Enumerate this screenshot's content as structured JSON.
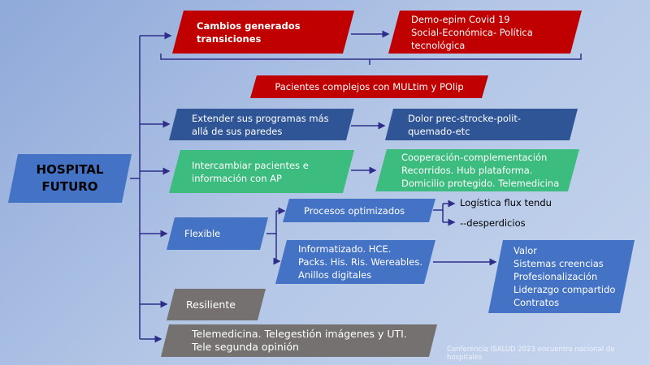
{
  "root": "HOSPITAL\nFUTURO",
  "cambios": "Cambios generados\ntransiciones",
  "demo": "Demo-epim Covid 19\nSocial-Económica- Política\ntecnológica",
  "pacientes": "Pacientes complejos con MULtim y POlip",
  "extender": "Extender sus programas más\nallá de sus paredes",
  "dolor": "Dolor prec-strocke-polit-\nquemado-etc",
  "intercambiar": "Intercambiar pacientes e\ninformación con AP",
  "cooperacion": "Cooperación-complementación\nRecorridos. Hub plataforma.\nDomicilio protegido. Telemedicina",
  "flexible": "Flexible",
  "procesos": "Procesos optimizados",
  "logistica": "Logística flux tendu",
  "desperdicios": "--desperdicios",
  "informatizado": "Informatizado. HCE.\nPacks. His. Ris. Wereables.\nAnillos digitales",
  "valor": "Valor\nSistemas creencias\nProfesionalización\nLiderazgo compartido\nContratos",
  "resiliente": "Resiliente",
  "telemedicina": "Telemedicina. Telegestión imágenes y UTI.\nTele segunda opinión",
  "footer": "Conferencia ISALUD 2023  encuentro nacional de hospitales",
  "colors": {
    "red": "#c00000",
    "dark_blue": "#2f5597",
    "blue": "#4472c4",
    "green": "#3cbc7e",
    "gray": "#767171",
    "connector": "#2e2e8a"
  }
}
